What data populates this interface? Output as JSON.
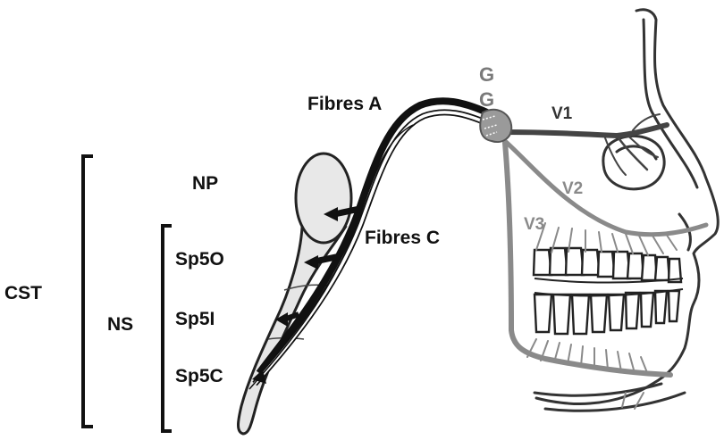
{
  "labels": {
    "cst": "CST",
    "ns": "NS",
    "np": "NP",
    "sp5o": "Sp5O",
    "sp5i": "Sp5I",
    "sp5c": "Sp5C",
    "fibres_a": "Fibres A",
    "fibres_c": "Fibres C",
    "gg_top": "G",
    "gg_bottom": "G",
    "v1": "V1",
    "v2": "V2",
    "v3": "V3"
  },
  "colors": {
    "black": "#111111",
    "dark_grey": "#555555",
    "mid_grey": "#888888",
    "ganglion": "#9a9a9a",
    "nucleus_fill": "#e8e8e8"
  }
}
